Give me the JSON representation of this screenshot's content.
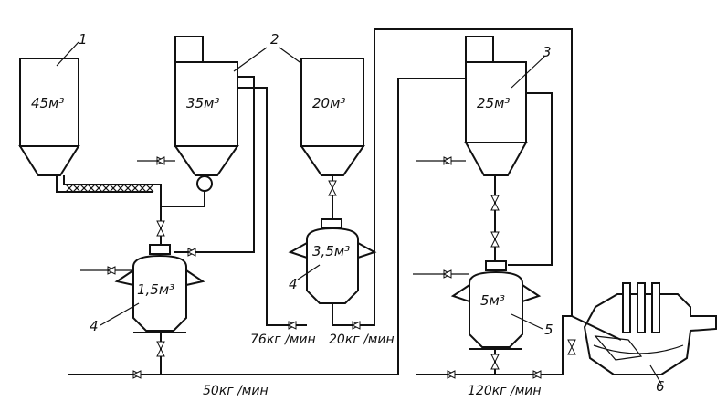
{
  "bunkers": {
    "b1": {
      "number": "1",
      "volume": "45м³"
    },
    "b2a": {
      "volume": "35м³"
    },
    "b2b": {
      "volume": "20м³"
    },
    "b3": {
      "number": "3",
      "volume": "25м³"
    },
    "label2": "2"
  },
  "vessels": {
    "v4a": {
      "number": "4",
      "volume": "1,5м³"
    },
    "v4b": {
      "number": "4",
      "volume": "3,5м³"
    },
    "v5": {
      "number": "5",
      "volume": "5м³"
    }
  },
  "furnace": {
    "number": "6"
  },
  "flows": {
    "f76": "76кг /мин",
    "f20": "20кг /мин",
    "f50": "50кг /мин",
    "f120": "120кг /мин"
  }
}
